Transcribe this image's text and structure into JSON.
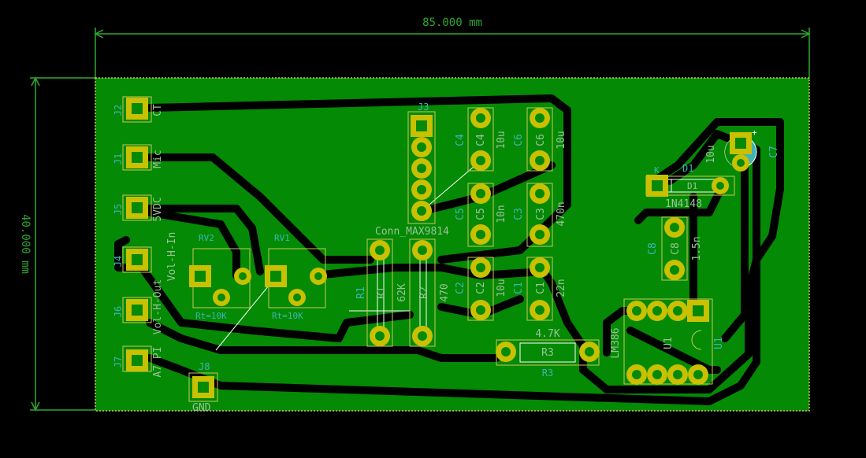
{
  "dimensions": {
    "width_label": "85.000 mm",
    "height_label": "40.000 mm"
  },
  "colors": {
    "background": "#000000",
    "copper": "#048a04",
    "dimension": "#2fa82f",
    "pad": "#c8c000",
    "outline": "#c8c85a",
    "silk": "#9ac29a",
    "ref_text": "#3db5b5"
  },
  "connectors": {
    "j2": {
      "ref": "J2",
      "value": "CT"
    },
    "j1": {
      "ref": "J1",
      "value": "Mic"
    },
    "j5": {
      "ref": "J5",
      "value": "5VDC"
    },
    "j4": {
      "ref": "J4",
      "value": "Vol-H-In"
    },
    "j6": {
      "ref": "J6",
      "value": "Vol-H-Out"
    },
    "j7": {
      "ref": "J7",
      "value": "A7 PI"
    },
    "j8": {
      "ref": "J8",
      "value": "GND"
    },
    "j3": {
      "ref": "J3",
      "value": "Conn_MAX9814"
    }
  },
  "components": {
    "rv2": {
      "ref": "RV2",
      "value": "Rt=10K"
    },
    "rv1": {
      "ref": "RV1",
      "value": "Rt=10K"
    },
    "r1": {
      "ref": "R1",
      "value": "62K"
    },
    "r2": {
      "ref": "R2",
      "value": "470"
    },
    "r3": {
      "ref": "R3",
      "value": "4.7K"
    },
    "c1": {
      "ref": "C1",
      "value": "22n"
    },
    "c2": {
      "ref": "C2",
      "value": "10u"
    },
    "c3": {
      "ref": "C3",
      "value": "470n"
    },
    "c4": {
      "ref": "C4",
      "value": "10u"
    },
    "c5": {
      "ref": "C5",
      "value": "10n"
    },
    "c6": {
      "ref": "C6",
      "value": "10u"
    },
    "c7": {
      "ref": "C7",
      "value": "10u"
    },
    "c8": {
      "ref": "C8",
      "value": "1.5n"
    },
    "d1": {
      "ref": "D1",
      "value": "1N4148",
      "cathode": "K"
    },
    "u1": {
      "ref": "U1",
      "value": "LM386"
    }
  }
}
